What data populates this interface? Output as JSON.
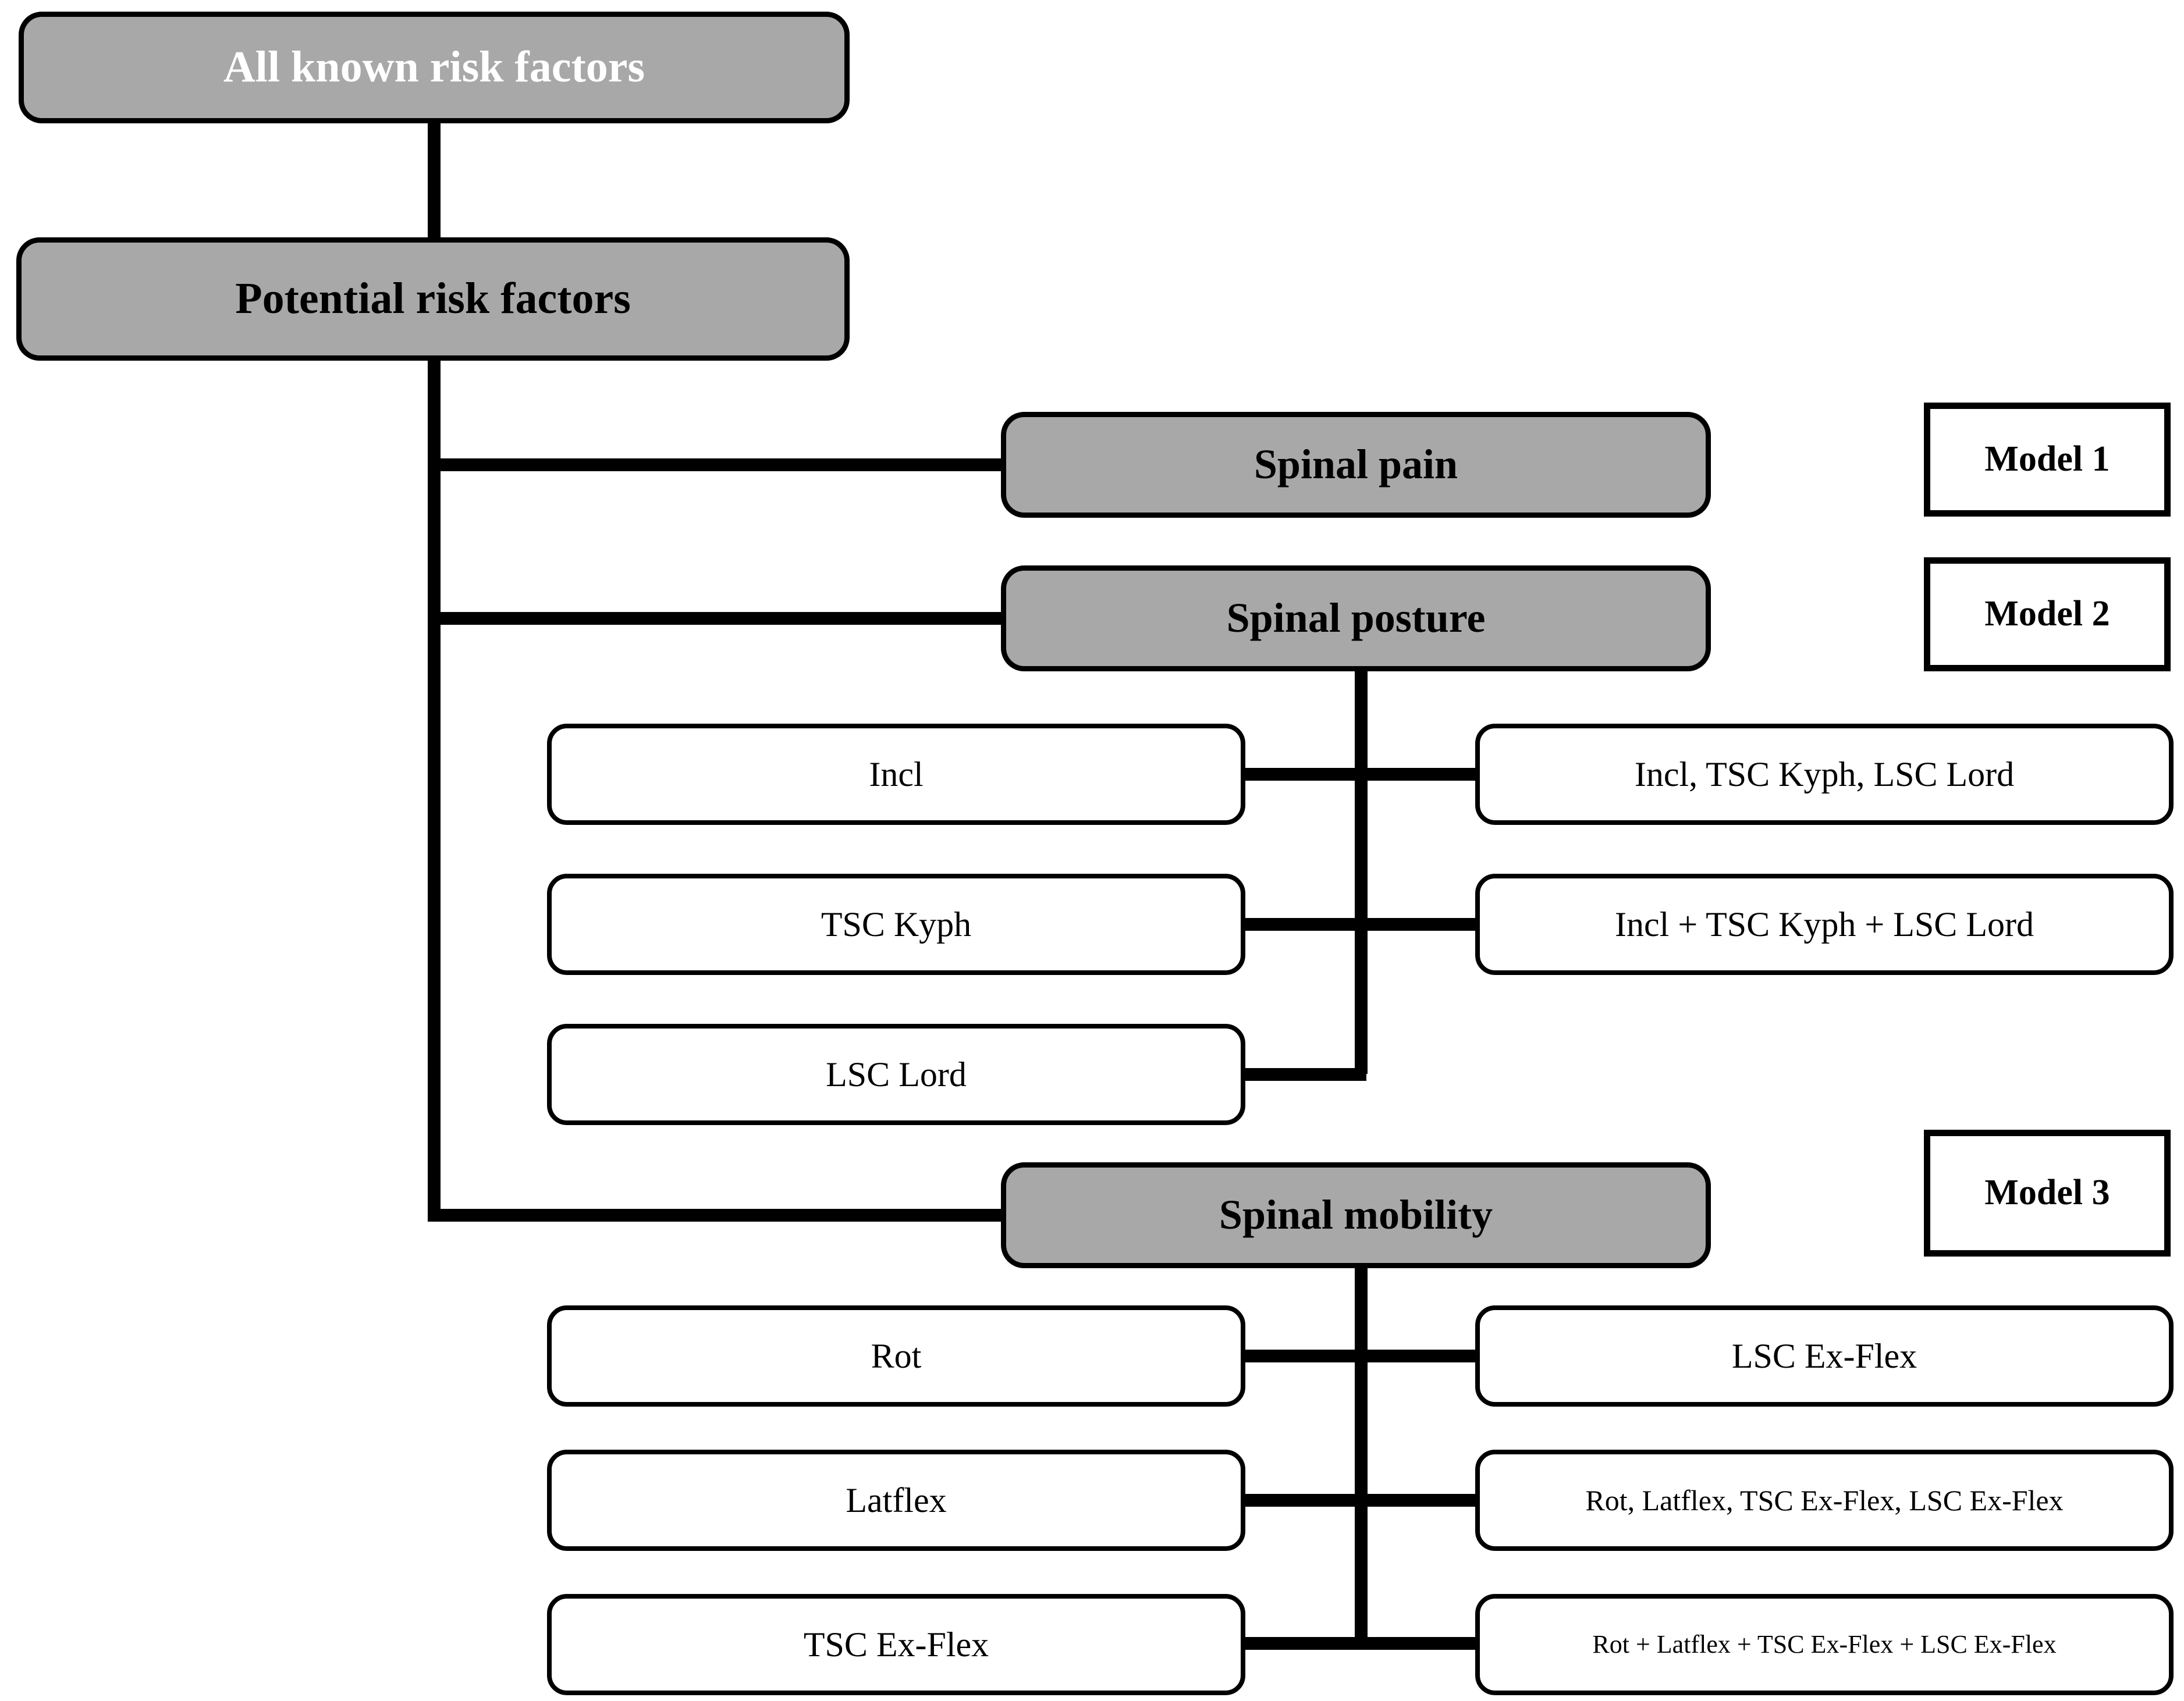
{
  "diagram": {
    "title_nodes": {
      "all_known": "All known risk factors",
      "potential": "Potential risk factors"
    },
    "branches": [
      {
        "heading": "Spinal pain",
        "model_label": "Model 1",
        "left_items": [],
        "right_items": []
      },
      {
        "heading": "Spinal posture",
        "model_label": "Model 2",
        "left_items": [
          "Incl",
          "TSC Kyph",
          "LSC Lord"
        ],
        "right_items": [
          "Incl, TSC Kyph, LSC Lord",
          "Incl + TSC Kyph + LSC Lord"
        ]
      },
      {
        "heading": "Spinal mobility",
        "model_label": "Model 3",
        "left_items": [
          "Rot",
          "Latflex",
          "TSC Ex-Flex"
        ],
        "right_items": [
          "LSC Ex-Flex",
          "Rot, Latflex, TSC Ex-Flex, LSC Ex-Flex",
          "Rot + Latflex + TSC Ex-Flex + LSC Ex-Flex"
        ]
      }
    ],
    "colors": {
      "heading_fill": "#a8a8a8",
      "node_fill": "#ffffff",
      "stroke": "#000000",
      "all_known_text": "#ffffff",
      "body_text": "#000000"
    }
  }
}
